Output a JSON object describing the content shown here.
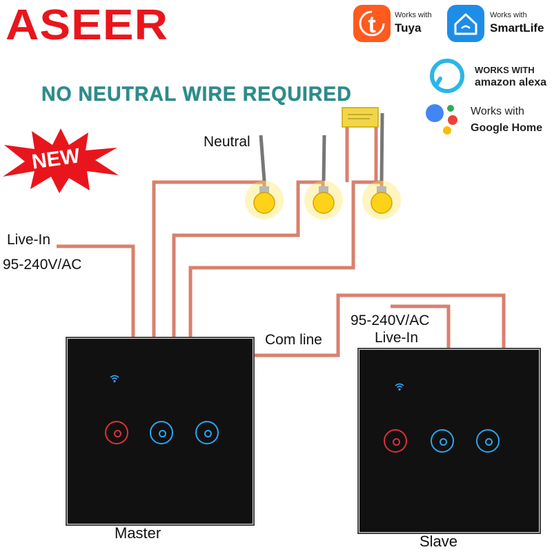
{
  "brand": "ASEER",
  "headline": "NO NEUTRAL WIRE REQUIRED",
  "new_badge": "NEW",
  "badges": {
    "tuya": {
      "small": "Works with",
      "big": "Tuya"
    },
    "smartlife": {
      "small": "Works with",
      "big": "SmartLife"
    },
    "alexa": {
      "line1": "WORKS WITH",
      "line2": "amazon alexa"
    },
    "google": {
      "line1": "Works with",
      "line2": "Google Home"
    }
  },
  "labels": {
    "neutral": "Neutral",
    "live_in_left": "Live-In",
    "voltage_left": "95-240V/AC",
    "com_line": "Com line",
    "voltage_right": "95-240V/AC",
    "live_in_right": "Live-In"
  },
  "panels": {
    "master": {
      "caption": "Master",
      "buttons": [
        "red",
        "blue",
        "blue"
      ]
    },
    "slave": {
      "caption": "Slave",
      "buttons": [
        "red",
        "blue",
        "blue"
      ]
    }
  },
  "colors": {
    "brand_red": "#e8161c",
    "wire": "#d9806e",
    "headline": "#2a8c8c",
    "panel": "#111111",
    "button_red": "#e0303a",
    "button_blue": "#2aa6f0",
    "bulb": "#ffd21a"
  }
}
